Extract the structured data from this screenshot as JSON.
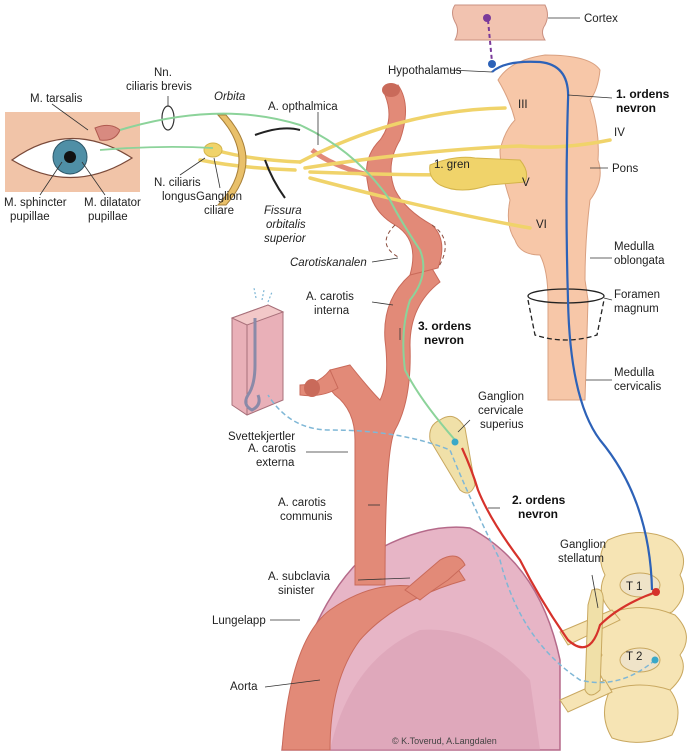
{
  "colors": {
    "artery": "#e28a78",
    "artery_dark": "#c96a5a",
    "brainstem": "#f7c7a8",
    "nerve_yellow": "#f0d36a",
    "neuron1": "#2d62b8",
    "neuron2": "#d6322b",
    "neuron3": "#8cd39a",
    "dashed_fiber": "#7fb7d6",
    "lung": "#e7b5c6",
    "vertebra": "#f6e4b4",
    "cortex": "#f2c3b0"
  },
  "labels": {
    "cortex": "Cortex",
    "hypothalamus": "Hypothalamus",
    "ordens1_line1": "1. ordens",
    "ordens1_line2": "nevron",
    "nerve_III": "III",
    "nerve_IV": "IV",
    "nerve_V": "V",
    "nerve_VI": "VI",
    "gren1": "1. gren",
    "pons": "Pons",
    "medulla_oblongata_1": "Medulla",
    "medulla_oblongata_2": "oblongata",
    "foramen_1": "Foramen",
    "foramen_2": "magnum",
    "medulla_cervicalis_1": "Medulla",
    "medulla_cervicalis_2": "cervicalis",
    "m_tarsalis": "M. tarsalis",
    "nn_ciliaris_1": "Nn.",
    "nn_ciliaris_2": "ciliaris brevis",
    "orbita": "Orbita",
    "a_opthalmica": "A. opthalmica",
    "m_sphincter_1": "M. sphincter",
    "m_sphincter_2": "pupillae",
    "m_dilatator_1": "M. dilatator",
    "m_dilatator_2": "pupillae",
    "n_ciliaris_longus_1": "N. ciliaris",
    "n_ciliaris_longus_2": "longus",
    "ganglion_ciliare_1": "Ganglion",
    "ganglion_ciliare_2": "ciliare",
    "fissura_1": "Fissura",
    "fissura_2": "orbitalis",
    "fissura_3": "superior",
    "carotiskanalen": "Carotiskanalen",
    "a_carotis_interna_1": "A. carotis",
    "a_carotis_interna_2": "interna",
    "ordens3_line1": "3. ordens",
    "ordens3_line2": "nevron",
    "svettekjertler": "Svettekjertler",
    "ganglion_cervicale_1": "Ganglion",
    "ganglion_cervicale_2": "cervicale",
    "ganglion_cervicale_3": "superius",
    "a_carotis_externa_1": "A. carotis",
    "a_carotis_externa_2": "externa",
    "ordens2_line1": "2. ordens",
    "ordens2_line2": "nevron",
    "a_carotis_communis_1": "A. carotis",
    "a_carotis_communis_2": "communis",
    "ganglion_stellatum_1": "Ganglion",
    "ganglion_stellatum_2": "stellatum",
    "t1": "T 1",
    "t2": "T 2",
    "a_subclavia_1": "A. subclavia",
    "a_subclavia_2": "sinister",
    "lungelapp": "Lungelapp",
    "aorta": "Aorta",
    "copyright": "© K.Toverud, A.Langdalen"
  }
}
